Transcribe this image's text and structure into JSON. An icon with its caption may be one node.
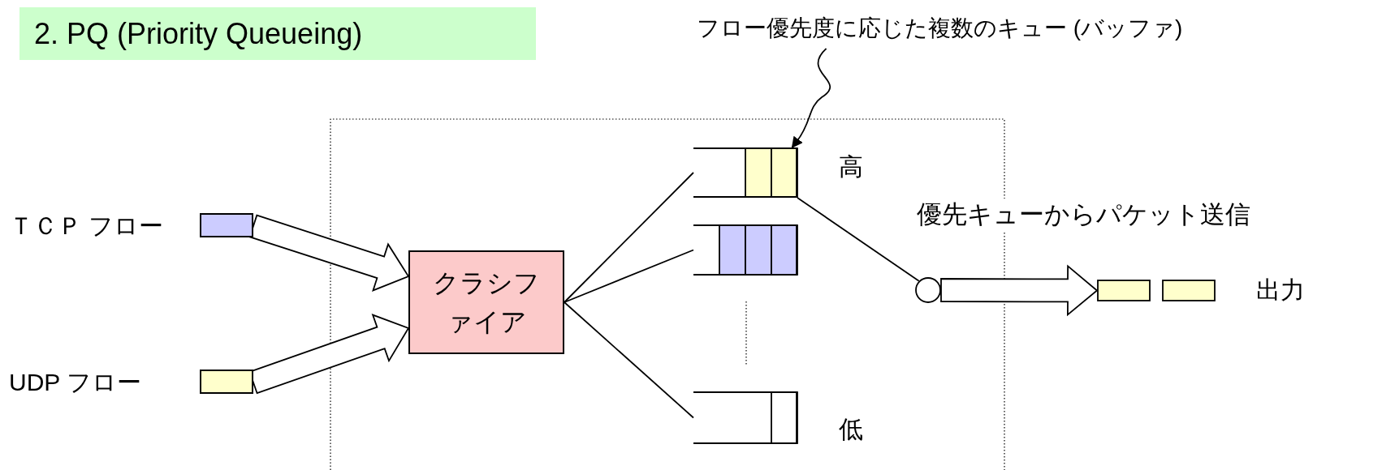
{
  "diagram": {
    "title": "2. PQ (Priority Queueing)",
    "nodes": [
      {
        "text": [
          "ＴＣＰ フロー"
        ]
      },
      {
        "text": [
          "UDP フロー"
        ]
      },
      {
        "text": [
          "クラシファイア"
        ]
      },
      {
        "text": [],
        "shape": "box",
        "beside": [
          "高"
        ]
      },
      {
        "text": [],
        "shape": "box"
      },
      {
        "text": [],
        "shape": "box",
        "beside": [
          "低"
        ]
      },
      {
        "text": [],
        "shape": "circle"
      },
      {
        "text": [],
        "shape": "box",
        "beside": [
          "出力"
        ]
      },
      {
        "text": [
          "フロー優先度に応じた複数のキュー (バッファ)"
        ]
      }
    ],
    "edges": [
      {
        "from": 0,
        "to": 2,
        "arrow": "to",
        "style": "thick"
      },
      {
        "from": 1,
        "to": 2,
        "arrow": "to",
        "style": "thick"
      },
      {
        "from": 2,
        "to": 3,
        "arrow": "none"
      },
      {
        "from": 2,
        "to": 4,
        "arrow": "none"
      },
      {
        "from": 2,
        "to": 5,
        "arrow": "none"
      },
      {
        "from": 3,
        "to": 6,
        "arrow": "none"
      },
      {
        "from": 6,
        "to": 7,
        "arrow": "to",
        "style": "thick"
      },
      {
        "from": 8,
        "to": 3,
        "arrow": "to"
      }
    ],
    "labels": [
      "優先キューからパケット送信"
    ]
  }
}
